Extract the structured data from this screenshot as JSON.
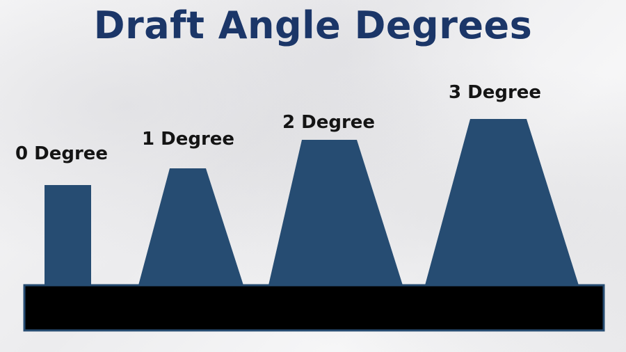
{
  "title": "Draft Angle Degrees",
  "labels": [
    "0 Degree",
    "1 Degree",
    "2 Degree",
    "3 Degree"
  ],
  "colors": {
    "title": "#1b3668",
    "shape_fill": "#264c72",
    "base_fill": "#000000",
    "base_stroke": "#264c72",
    "label_text": "#141414"
  }
}
